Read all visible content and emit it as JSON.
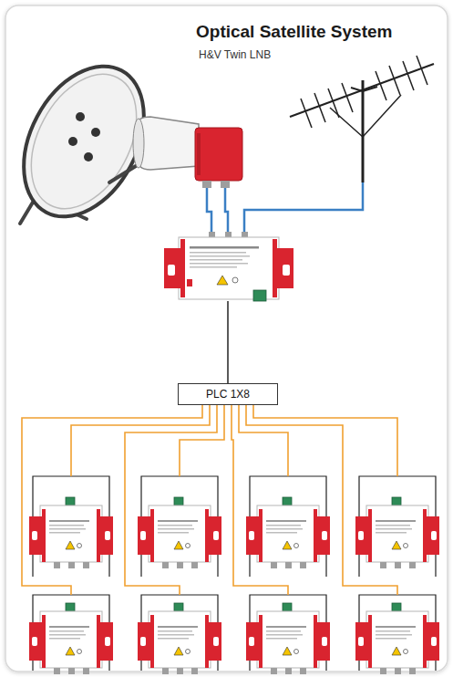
{
  "diagram": {
    "title": "Optical Satellite System",
    "nodes": [
      {
        "text": [
          "PLC 1X8"
        ]
      }
    ],
    "labels": [
      "H&V Twin LNB"
    ]
  }
}
